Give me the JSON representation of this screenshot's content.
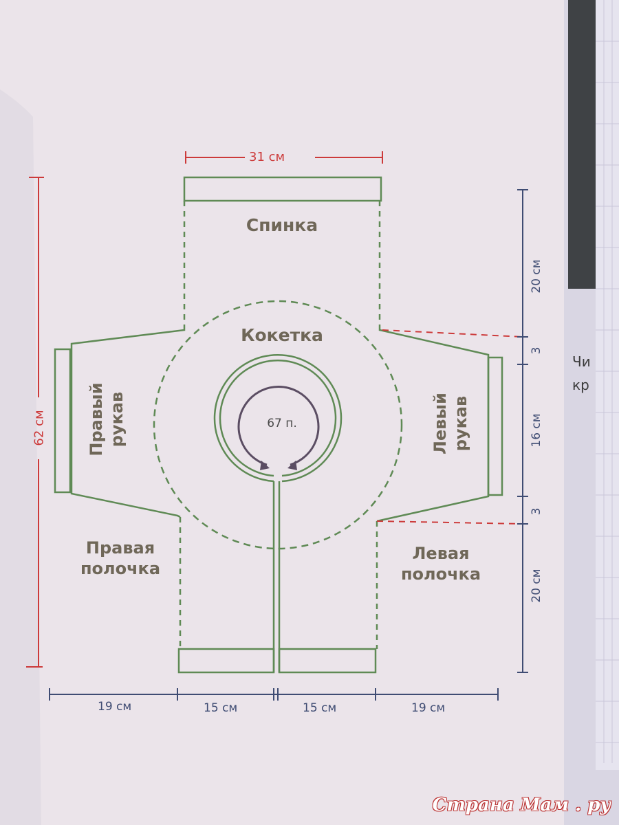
{
  "pieces": {
    "back": "Спинка",
    "yoke": "Кокетка",
    "right_sleeve": [
      "Правый",
      "рукав"
    ],
    "left_sleeve": [
      "Левый",
      "рукав"
    ],
    "right_front": [
      "Правая",
      "полочка"
    ],
    "left_front": [
      "Левая",
      "полочка"
    ],
    "neck_stitches": "67 п."
  },
  "dimensions": {
    "top_width": "31 см",
    "total_height": "62 см",
    "right_side": [
      "20 см",
      "3",
      "16 см",
      "3",
      "20 см"
    ],
    "bottom": [
      "19 см",
      "15 см",
      "15 см",
      "19 см"
    ]
  },
  "page_edge_text": [
    "Чи",
    "кр"
  ],
  "watermark": "Страна Мам . ру",
  "colors": {
    "outline": "#5f8a55",
    "dimension": "#3f4c73",
    "accent": "#cc3a3a",
    "label": "#6f6758"
  }
}
